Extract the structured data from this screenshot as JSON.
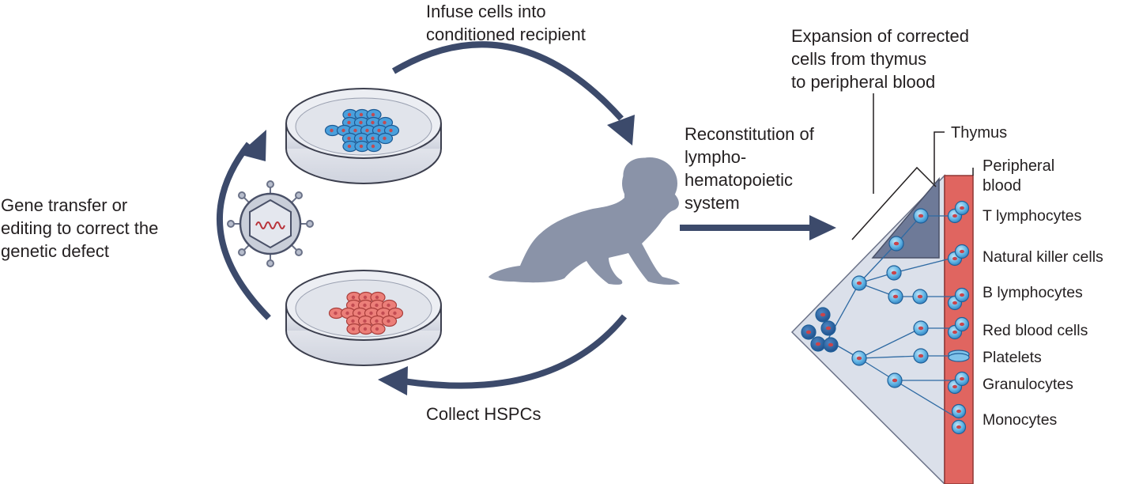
{
  "labels": {
    "infuse": "Infuse cells into\nconditioned recipient",
    "collect": "Collect HSPCs",
    "gene": "Gene transfer or\nediting to correct the\ngenetic defect",
    "reconstitution": "Reconstitution of\nlympho-\nhematopoietic\nsystem",
    "expansion": "Expansion of corrected\ncells from thymus\nto peripheral blood",
    "thymus": "Thymus",
    "peripheral": "Peripheral\nblood"
  },
  "cell_types": [
    "T lymphocytes",
    "Natural killer cells",
    "B lymphocytes",
    "Red blood cells",
    "Platelets",
    "Granulocytes",
    "Monocytes"
  ],
  "colors": {
    "arrow": "#3c4a6b",
    "dish_rim": "#3c3f4e",
    "dish_fill": "#e3e5ec",
    "corrected_cells": "#2e86c8",
    "uncorrected_cells": "#e2605d",
    "baby": "#8a93a8",
    "marrow_triangle": "#d8dde8",
    "thymus": "#6e7a98",
    "blood_vessel": "#e06560"
  },
  "icons": [
    "petri-dish-corrected",
    "petri-dish-patient",
    "virus-vector-icon",
    "infant-silhouette"
  ]
}
